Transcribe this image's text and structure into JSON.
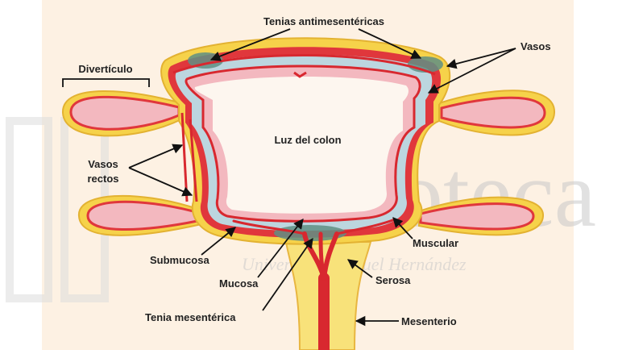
{
  "labels": {
    "tenias_antimesentericas": "Tenias antimesentéricas",
    "vasos": "Vasos",
    "diverticulo": "Divertículo",
    "luz_del_colon": "Luz del colon",
    "vasos_rectos_line1": "Vasos",
    "vasos_rectos_line2": "rectos",
    "muscular": "Muscular",
    "submucosa": "Submucosa",
    "mucosa": "Mucosa",
    "serosa": "Serosa",
    "tenia_mesenterica": "Tenia mesentérica",
    "mesenterio": "Mesenterio"
  },
  "watermark": {
    "main": "Biblioteca",
    "sub": "Universidad Miguel Hernández"
  },
  "colors": {
    "background": "#fdf1e3",
    "serosa": "#f6d24a",
    "muscular": "#e0373c",
    "submucosa": "#bcd6df",
    "mucosa": "#f3b8bf",
    "tenia": "#5f8f84",
    "vessel": "#d8282f",
    "label": "#222222"
  }
}
